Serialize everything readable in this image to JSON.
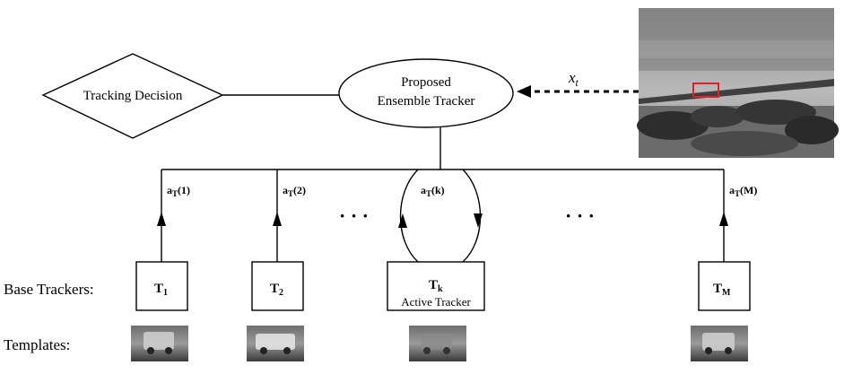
{
  "decision": {
    "label": "Tracking Decision"
  },
  "ensemble": {
    "line1": "Proposed",
    "line2": "Ensemble Tracker"
  },
  "input": {
    "var": "x",
    "sub": "t"
  },
  "weights": {
    "a1": {
      "base": "a",
      "sub": "T",
      "arg": "(1)"
    },
    "a2": {
      "base": "a",
      "sub": "T",
      "arg": "(2)"
    },
    "ak": {
      "base": "a",
      "sub": "T",
      "arg": "(k)"
    },
    "aM": {
      "base": "a",
      "sub": "T",
      "arg": "(M)"
    }
  },
  "row_labels": {
    "base_trackers": "Base Trackers:",
    "templates": "Templates:"
  },
  "trackers": {
    "t1": {
      "base": "T",
      "sub": "1"
    },
    "t2": {
      "base": "T",
      "sub": "2"
    },
    "tk": {
      "base": "T",
      "sub": "k",
      "caption": "Active Tracker"
    },
    "tM": {
      "base": "T",
      "sub": "M"
    }
  },
  "ellipsis": "· · ·",
  "colors": {
    "stroke": "#000000",
    "highlight": "#e0202a"
  }
}
